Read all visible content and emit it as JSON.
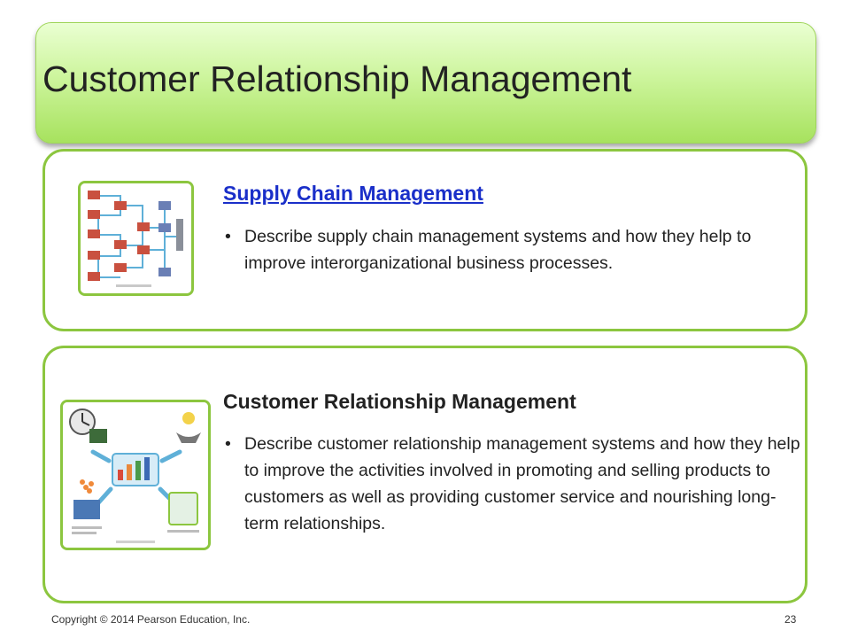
{
  "slide": {
    "title": "Customer Relationship Management"
  },
  "sections": [
    {
      "heading": "Supply Chain Management",
      "bullet_marker": "•",
      "bullet": "Describe supply chain management systems and how they help to improve interorganizational business processes."
    },
    {
      "heading": "Customer Relationship Management",
      "bullet_marker": "•",
      "bullet": "Describe customer relationship management systems and how they help to improve the activities involved in promoting and selling products to customers as well as providing customer service and nourishing long-term relationships."
    }
  ],
  "footer": {
    "copyright": "Copyright © 2014 Pearson Education, Inc.",
    "page_number": "23"
  },
  "colors": {
    "title_green": "#a7e25e",
    "panel_border": "#8cc63f",
    "link_blue": "#1a2fc9"
  }
}
